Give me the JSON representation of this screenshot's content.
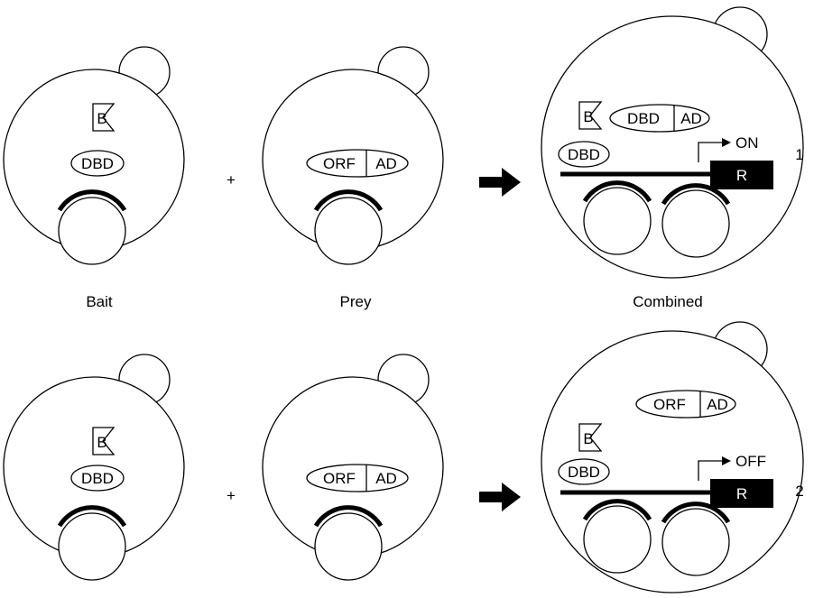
{
  "labels": {
    "bait_flag": "B",
    "dbd": "DBD",
    "orf": "ORF",
    "ad": "AD",
    "reporter": "R",
    "on": "ON",
    "off": "OFF",
    "plus": "+"
  },
  "captions": {
    "bait": "Bait",
    "prey": "Prey",
    "combined": "Combined"
  },
  "row_numbers": [
    "1",
    "2"
  ],
  "colors": {
    "line": "#000000",
    "background": "#ffffff",
    "reporter_fill": "#000000",
    "reporter_text": "#ffffff"
  }
}
